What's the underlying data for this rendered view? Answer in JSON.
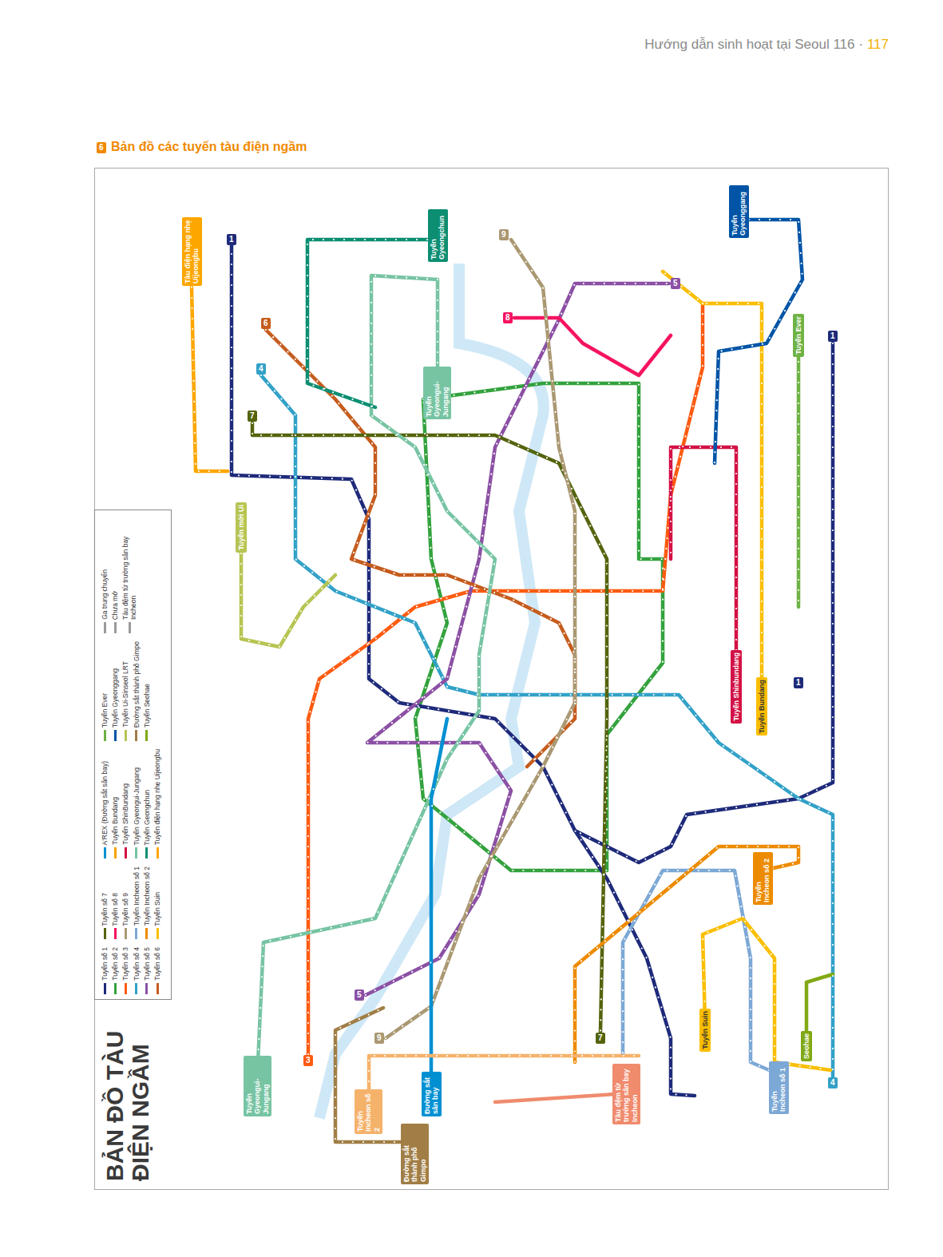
{
  "diagram": {
    "title": "Bản đồ các tuyến tàu điện ngầm",
    "nodes": [
      {
        "text": [
          "6"
        ]
      },
      {
        "text": [
          "1"
        ]
      },
      {
        "text": [
          "6"
        ]
      },
      {
        "text": [
          "4"
        ]
      },
      {
        "text": [
          "7"
        ]
      },
      {
        "text": [
          "9"
        ]
      },
      {
        "text": [
          "8"
        ]
      },
      {
        "text": [
          "5"
        ]
      },
      {
        "text": [
          "1"
        ]
      },
      {
        "text": [
          "1"
        ]
      },
      {
        "text": [
          "5"
        ]
      },
      {
        "text": [
          "9"
        ]
      },
      {
        "text": [
          "3"
        ]
      },
      {
        "text": [
          "7"
        ]
      },
      {
        "text": [
          "1"
        ]
      },
      {
        "text": [
          "4"
        ]
      },
      {
        "text": [
          "Tàu điện hạng nhẹ Uijeongbu"
        ]
      },
      {
        "text": [
          "Tuyến Gyeongchun"
        ]
      },
      {
        "text": [
          "Tuyến Gyeonggang"
        ]
      },
      {
        "text": [
          "Tuyến Ever"
        ]
      },
      {
        "text": [
          "Tuyến Gyeongui-Jungang"
        ]
      },
      {
        "text": [
          "Tuyến mới Ui"
        ]
      },
      {
        "text": [
          "Tuyến Shinbundang"
        ]
      },
      {
        "text": [
          "Tuyến Bundang"
        ]
      },
      {
        "text": [
          "Tuyến Incheon số 2"
        ]
      },
      {
        "text": [
          "Tuyến Suin"
        ]
      },
      {
        "text": [
          "Seohae"
        ]
      },
      {
        "text": [
          "Tuyến Incheon số 1"
        ]
      },
      {
        "text": [
          "Tàu đệm từ trường sân bay Incheon"
        ]
      },
      {
        "text": [
          "Đường sắt sân bay"
        ]
      },
      {
        "text": [
          "Tuyến Incheon số 2"
        ]
      },
      {
        "text": [
          "Đường sắt thành phố Gimpo"
        ]
      },
      {
        "text": [
          "Tuyến Gyeongui-Jungang"
        ]
      }
    ],
    "labels": [
      "Hướng dẫn sinh hoạt tại Seoul 116 ·",
      "117",
      "BẢN ĐỒ TÀU ĐIỆN NGẦM"
    ],
    "legend": [
      {
        "text": "Tuyến số 1",
        "color": "#1e2a7a"
      },
      {
        "text": "Tuyến số 2",
        "color": "#33a23d"
      },
      {
        "text": "Tuyến số 3",
        "color": "#fe5b10"
      },
      {
        "text": "Tuyến số 4",
        "color": "#32a1c8"
      },
      {
        "text": "Tuyến số 5",
        "color": "#8b50a4"
      },
      {
        "text": "Tuyến số 6",
        "color": "#c55c1d"
      },
      {
        "text": "Tuyến số 7",
        "color": "#54640d"
      },
      {
        "text": "Tuyến số 8",
        "color": "#f51361"
      },
      {
        "text": "Tuyến số 9",
        "color": "#aa9872"
      },
      {
        "text": "Tuyến Incheon số 1",
        "color": "#7ca8d5"
      },
      {
        "text": "Tuyến Incheon số 2",
        "color": "#ed8b00"
      },
      {
        "text": "Tuyến Suin",
        "color": "#fabe00"
      },
      {
        "text": "A'REX (Đường sắt sân bay)",
        "color": "#0090d2"
      },
      {
        "text": "Tuyến Bundang",
        "color": "#f5a200"
      },
      {
        "text": "Tuyến ShinBundang",
        "color": "#d31145"
      },
      {
        "text": "Tuyến Gyeongui-Jungang",
        "color": "#77c4a3"
      },
      {
        "text": "Tuyến Geongchun",
        "color": "#0c8e72"
      },
      {
        "text": "Tuyến điện hạng nhẹ Uijeongbu",
        "color": "#fda600"
      },
      {
        "text": "Tuyến Ever",
        "color": "#6fb245"
      },
      {
        "text": "Tuyến Gyeonggang",
        "color": "#0054a6"
      },
      {
        "text": "Tuyến Ui-Sinseol LRT",
        "color": "#b7c452"
      },
      {
        "text": "Đường sắt thành phố Gimpo",
        "color": "#a17e46"
      },
      {
        "text": "Tuyến Seohae",
        "color": "#81a914"
      },
      {
        "text": "Ga trung chuyển"
      },
      {
        "text": "Chưa mở"
      },
      {
        "text": "Tàu đệm từ trường sân bay Incheon"
      }
    ]
  }
}
